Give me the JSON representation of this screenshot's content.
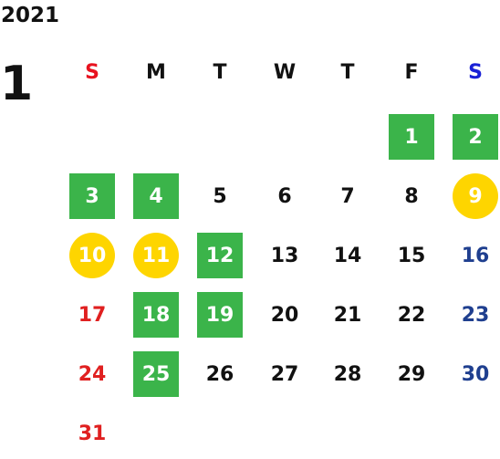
{
  "calendar": {
    "year": "2021",
    "month": "1",
    "weekdays": [
      {
        "label": "S",
        "color": "#e8121f"
      },
      {
        "label": "M",
        "color": "#111111"
      },
      {
        "label": "T",
        "color": "#111111"
      },
      {
        "label": "W",
        "color": "#111111"
      },
      {
        "label": "T",
        "color": "#111111"
      },
      {
        "label": "F",
        "color": "#111111"
      },
      {
        "label": "S",
        "color": "#1a21d6"
      }
    ],
    "colors": {
      "green": "#3bb44a",
      "holiday": "#fed500",
      "sunday": "#e02020",
      "saturday": "#1f3f8f",
      "text": "#111111"
    },
    "days": [
      {
        "day": "1",
        "col": 5,
        "row": 0,
        "style": "green"
      },
      {
        "day": "2",
        "col": 6,
        "row": 0,
        "style": "green"
      },
      {
        "day": "3",
        "col": 0,
        "row": 1,
        "style": "green"
      },
      {
        "day": "4",
        "col": 1,
        "row": 1,
        "style": "green"
      },
      {
        "day": "5",
        "col": 2,
        "row": 1,
        "style": "normal"
      },
      {
        "day": "6",
        "col": 3,
        "row": 1,
        "style": "normal"
      },
      {
        "day": "7",
        "col": 4,
        "row": 1,
        "style": "normal"
      },
      {
        "day": "8",
        "col": 5,
        "row": 1,
        "style": "normal"
      },
      {
        "day": "9",
        "col": 6,
        "row": 1,
        "style": "yellow"
      },
      {
        "day": "10",
        "col": 0,
        "row": 2,
        "style": "yellow"
      },
      {
        "day": "11",
        "col": 1,
        "row": 2,
        "style": "yellow"
      },
      {
        "day": "12",
        "col": 2,
        "row": 2,
        "style": "green"
      },
      {
        "day": "13",
        "col": 3,
        "row": 2,
        "style": "normal"
      },
      {
        "day": "14",
        "col": 4,
        "row": 2,
        "style": "normal"
      },
      {
        "day": "15",
        "col": 5,
        "row": 2,
        "style": "normal"
      },
      {
        "day": "16",
        "col": 6,
        "row": 2,
        "style": "normal"
      },
      {
        "day": "17",
        "col": 0,
        "row": 3,
        "style": "normal"
      },
      {
        "day": "18",
        "col": 1,
        "row": 3,
        "style": "green"
      },
      {
        "day": "19",
        "col": 2,
        "row": 3,
        "style": "green"
      },
      {
        "day": "20",
        "col": 3,
        "row": 3,
        "style": "normal"
      },
      {
        "day": "21",
        "col": 4,
        "row": 3,
        "style": "normal"
      },
      {
        "day": "22",
        "col": 5,
        "row": 3,
        "style": "normal"
      },
      {
        "day": "23",
        "col": 6,
        "row": 3,
        "style": "normal"
      },
      {
        "day": "24",
        "col": 0,
        "row": 4,
        "style": "normal"
      },
      {
        "day": "25",
        "col": 1,
        "row": 4,
        "style": "green"
      },
      {
        "day": "26",
        "col": 2,
        "row": 4,
        "style": "normal"
      },
      {
        "day": "27",
        "col": 3,
        "row": 4,
        "style": "normal"
      },
      {
        "day": "28",
        "col": 4,
        "row": 4,
        "style": "normal"
      },
      {
        "day": "29",
        "col": 5,
        "row": 4,
        "style": "normal"
      },
      {
        "day": "30",
        "col": 6,
        "row": 4,
        "style": "normal"
      },
      {
        "day": "31",
        "col": 0,
        "row": 5,
        "style": "normal"
      }
    ]
  }
}
